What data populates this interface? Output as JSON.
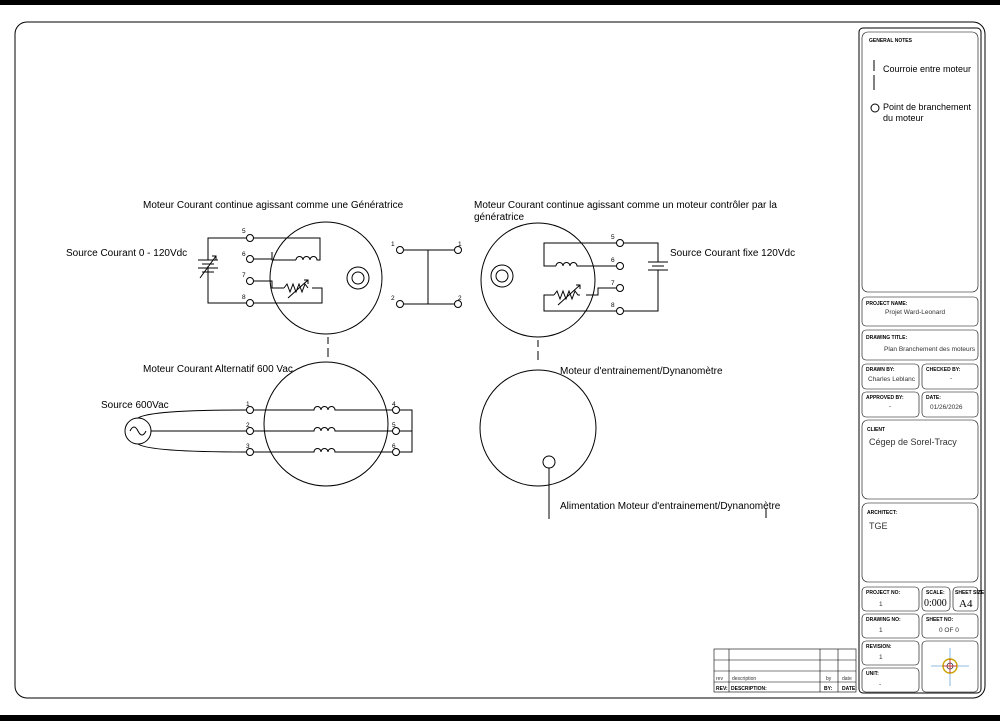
{
  "diagram": {
    "labels": {
      "generator_title": "Moteur Courant continue agissant comme une Génératrice",
      "motor_title": "Moteur Courant continue agissant comme un moteur contrôler par la",
      "motor_title_cont": "génératrice",
      "source_variable": "Source Courant  0 - 120Vdc",
      "source_fixed": "Source Courant fixe 120Vdc",
      "ac_motor_title": "Moteur Courant Alternatif 600 Vac",
      "source_ac": "Source 600Vac",
      "dyno_title": "Moteur d'entrainement/Dynanomètre",
      "dyno_supply": "Alimentation Moteur d'entrainement/Dynanomètre"
    },
    "pins": {
      "gen_left": [
        "5",
        "6",
        "7",
        "8"
      ],
      "gen_out": [
        "1",
        "2"
      ],
      "mot_in": [
        "1",
        "2"
      ],
      "mot_right": [
        "5",
        "6",
        "7",
        "8"
      ],
      "ac_left": [
        "1",
        "2",
        "3"
      ],
      "ac_right": [
        "4",
        "5",
        "6"
      ]
    }
  },
  "title_block": {
    "general_notes_label": "GENERAL NOTES",
    "note_belt": "Courroie entre moteur",
    "note_connection_1": "Point de branchement",
    "note_connection_2": "du moteur",
    "project_name_label": "PROJECT NAME:",
    "project_name": "Projet Ward-Leonard",
    "drawing_title_label": "DRAWING TITLE:",
    "drawing_title": "Plan Branchement des moteurs",
    "drawn_by_label": "DRAWN BY:",
    "drawn_by": "Charles Leblanc",
    "checked_by_label": "CHECKED BY:",
    "checked_by": "-",
    "approved_by_label": "APPROVED BY:",
    "approved_by": "-",
    "date_label": "DATE:",
    "date": "01/26/2026",
    "client_label": "CLIENT",
    "client": "Cégep de Sorel-Tracy",
    "architect_label": "ARCHITECT:",
    "architect": "TGE",
    "project_no_label": "PROJECT NO:",
    "project_no": "1",
    "scale_label": "SCALE:",
    "scale": "0:000",
    "sheet_size_label": "SHEET SIZE:",
    "sheet_size": "A4",
    "drawing_no_label": "DRAWING NO:",
    "drawing_no": "1",
    "sheet_no_label": "SHEET NO:",
    "sheet_no": "0 OF 0",
    "revision_label": "REVISION:",
    "revision": "1",
    "unit_label": "UNIT:",
    "unit": "-"
  },
  "revision_table": {
    "row_small": [
      "rev",
      "description",
      "by",
      "date"
    ],
    "header": [
      "REV:",
      "DESCRIPTION:",
      "BY:",
      "DATE:"
    ]
  }
}
